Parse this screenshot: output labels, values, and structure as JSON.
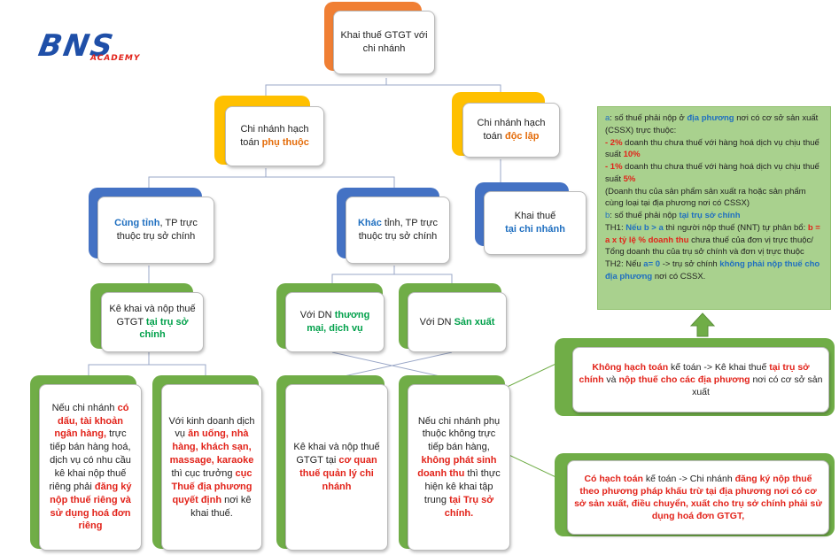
{
  "logo": {
    "main": "BNS",
    "sub": "ACADEMY"
  },
  "root": {
    "text": "Khai thuế GTGT với chi nhánh"
  },
  "branch_dependent": {
    "pre": "Chi nhánh hạch toán ",
    "hl": "phụ thuộc"
  },
  "branch_independent": {
    "pre": "Chi nhánh hạch toán ",
    "hl": "độc lập"
  },
  "declare_at_branch": {
    "pre": "Khai thuế ",
    "hl": "tại chi nhánh"
  },
  "same_province": {
    "hl": "Cùng tỉnh",
    "post": ", TP trực thuộc trụ sở chính"
  },
  "other_province": {
    "hl": "Khác",
    "post": " tỉnh, TP trực thuộc trụ sở chính"
  },
  "declare_at_hq": {
    "pre": "Kê khai và nộp thuế GTGT ",
    "hl": "tại trụ sở chính"
  },
  "trade_services": {
    "pre": "Với DN ",
    "hl": "thương mại, dịch vụ"
  },
  "manufacturing": {
    "pre": "Với DN ",
    "hl": "Sản xuất"
  },
  "box_seal": {
    "t1": "Nếu chi nhánh ",
    "h1": "có dấu, tài khoản ngân hàng,",
    "t2": " trực tiếp bán hàng hoá, dịch vụ có nhu cầu kê khai nộp thuế riêng phải ",
    "h2": "đăng ký nộp thuế riêng và sử dụng hoá đơn riêng"
  },
  "box_food": {
    "t1": "Với kinh doanh dịch vụ ",
    "h1": "ăn uống, nhà hàng, khách sạn, massage, karaoke",
    "t2": " thì cục trưởng ",
    "h2": "cục Thuế địa phương quyết định",
    "t3": " nơi kê khai thuế."
  },
  "box_local_office": {
    "pre": "Kê khai và nộp thuế GTGT tại ",
    "hl": "cơ quan thuế quản lý chi nhánh"
  },
  "box_no_sales": {
    "t1": "Nếu chi nhánh phụ thuộc không trực tiếp  bán hàng, ",
    "h1": "không phát sinh doanh thu",
    "t2": " thì thực hiện kê khai tập trung ",
    "h2": "tại Trụ sở chính."
  },
  "box_no_accounting": {
    "h1": "Không hạch toán",
    "t1": " kế toán -> Kê khai thuế ",
    "h2": "tại trụ sở chính",
    "t2": " và ",
    "h3": "nộp thuế cho các địa  phương",
    "t3": " nơi có cơ sở sản xuất"
  },
  "box_accounting": {
    "h1": "Có hạch toán",
    "t1": " kế toán -> Chi nhánh ",
    "h2": "đăng ký nộp thuế theo phương pháp khấu trừ tại địa phương nơi có cơ sở sản xuất, điều chuyển, xuất cho trụ sở chính phải sử dụng hoá đơn GTGT,"
  },
  "info": {
    "a_label": "a",
    "a_t1": ": số thuế phải nộp ở ",
    "a_hl": "địa phương",
    "a_t2": " nơi có cơ sở sản xuất  (CSSX) trực thuộc:",
    "l1_pct": "- 2%",
    "l1_t": " doanh thu chưa thuế với hàng hoá dịch vụ chịu thuế suất ",
    "l1_rate": "10%",
    "l2_pct": "- 1%",
    "l2_t": " doanh thu chưa thuế với hàng hoá dịch vụ chịu thuế suất ",
    "l2_rate": "5%",
    "note": "(Doanh thu của sản phẩm sản xuất ra hoặc sản phẩm cùng loại tại địa phương nơi có CSSX)",
    "b_label": "b",
    "b_t1": ": số thuế phải nộp ",
    "b_hl": "tại trụ sở chính",
    "th1_t1": "TH1: ",
    "th1_hl": "Nếu b > a",
    "th1_t2": " thì người nộp thuế (NNT) tự phân bổ: ",
    "th1_formula": "b = a x tỷ lệ % doanh thu",
    "th1_t3": " chưa thuế của đơn vị trực thuộc/ Tổng doanh thu của trụ sở chính và đơn vị trực thuộc",
    "th2_t1": "TH2: Nếu ",
    "th2_hl": "a= 0",
    "th2_t2": " -> trụ sở chính ",
    "th2_hl2": "không phải nộp thuế cho địa phương",
    "th2_t3": " nơi có CSSX."
  },
  "colors": {
    "orange": "#f07f34",
    "yellow": "#ffc000",
    "blue": "#4472c4",
    "green": "#70ad47",
    "info_bg": "#a9d18e",
    "red_text": "#e2231a",
    "arrow": "#70ad47"
  }
}
